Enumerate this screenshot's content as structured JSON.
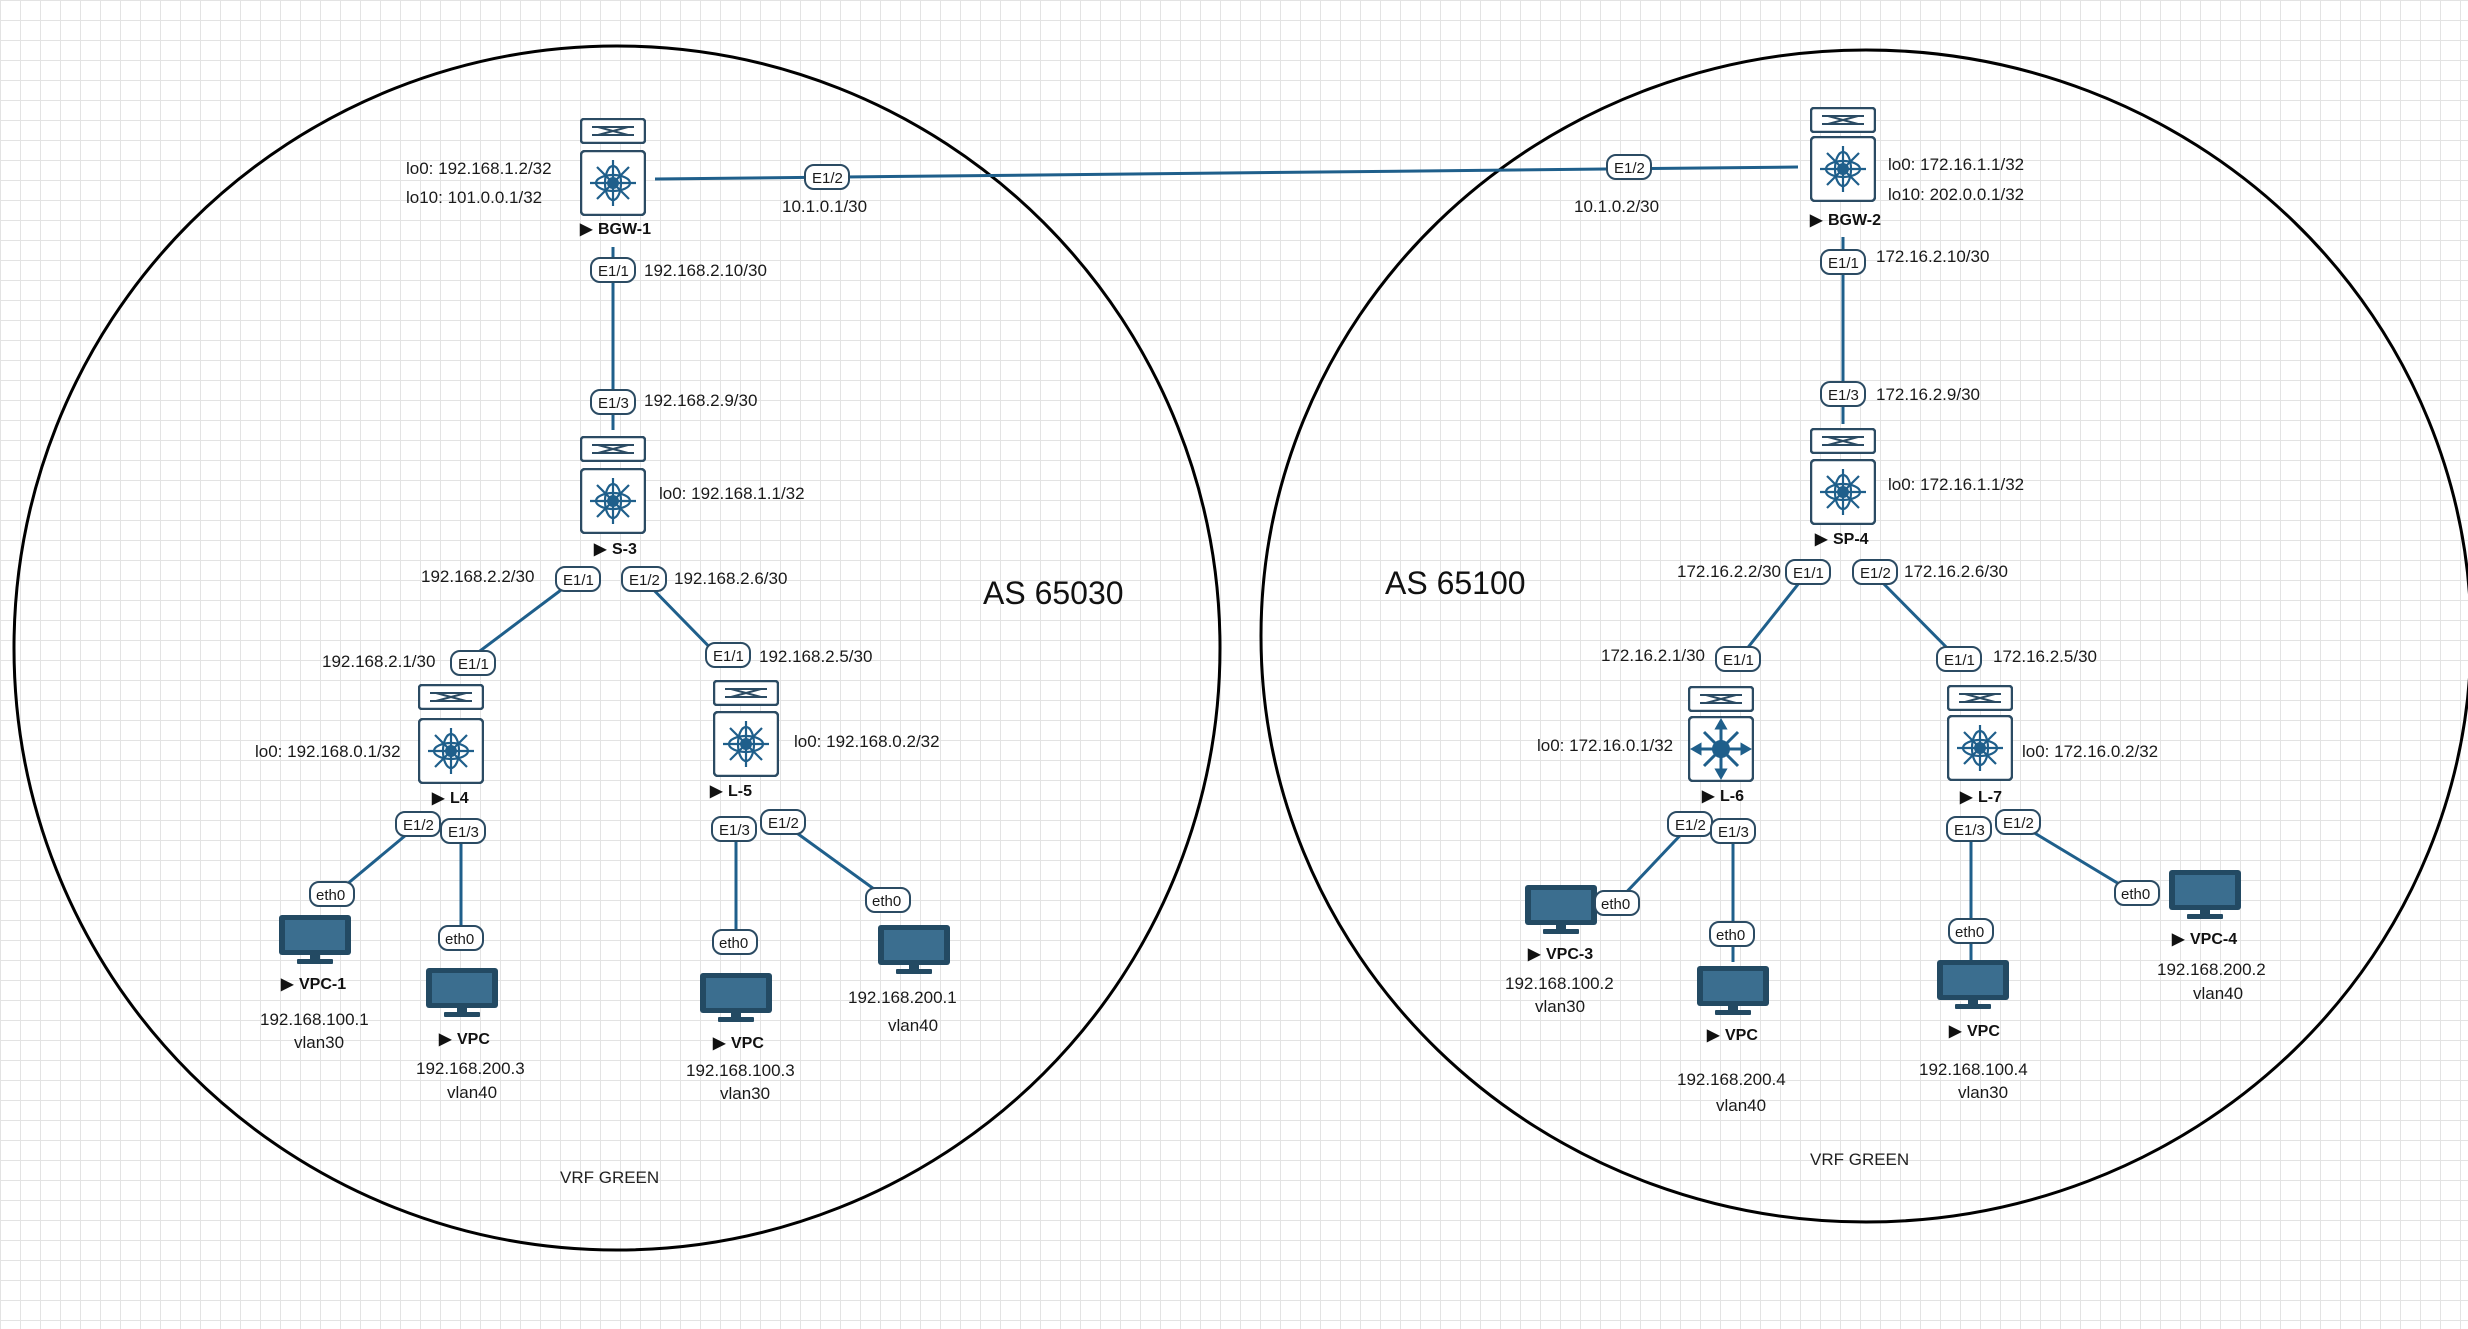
{
  "as_left": {
    "label": "AS 65030",
    "vrf": "VRF GREEN"
  },
  "as_right": {
    "label": "AS 65100",
    "vrf": "VRF GREEN"
  },
  "nodes": {
    "bgw1": {
      "name": "BGW-1",
      "lo0": "lo0: 192.168.1.2/32",
      "lo10": "lo10: 101.0.0.1/32"
    },
    "s3": {
      "name": "S-3",
      "lo0": "lo0: 192.168.1.1/32"
    },
    "l4": {
      "name": "L4",
      "lo0": "lo0: 192.168.0.1/32"
    },
    "l5": {
      "name": "L-5",
      "lo0": "lo0: 192.168.0.2/32"
    },
    "vpc1": {
      "name": "VPC-1",
      "ip": "192.168.100.1",
      "vlan": "vlan30"
    },
    "vpc_a": {
      "name": "VPC",
      "ip": "192.168.200.3",
      "vlan": "vlan40"
    },
    "vpc_b": {
      "name": "VPC",
      "ip": "192.168.100.3",
      "vlan": "vlan30"
    },
    "vpc_c": {
      "ip": "192.168.200.1",
      "vlan": "vlan40"
    },
    "bgw2": {
      "name": "BGW-2",
      "lo0": "lo0: 172.16.1.1/32",
      "lo10": "lo10: 202.0.0.1/32"
    },
    "sp4": {
      "name": "SP-4",
      "lo0": "lo0: 172.16.1.1/32"
    },
    "l6": {
      "name": "L-6",
      "lo0": "lo0: 172.16.0.1/32"
    },
    "l7": {
      "name": "L-7",
      "lo0": "lo0: 172.16.0.2/32"
    },
    "vpc3": {
      "name": "VPC-3",
      "ip": "192.168.100.2",
      "vlan": "vlan30"
    },
    "vpc_d": {
      "name": "VPC",
      "ip": "192.168.200.4",
      "vlan": "vlan40"
    },
    "vpc_e": {
      "name": "VPC",
      "ip": "192.168.100.4",
      "vlan": "vlan30"
    },
    "vpc4": {
      "name": "VPC-4",
      "ip": "192.168.200.2",
      "vlan": "vlan40"
    }
  },
  "interfaces": {
    "e11": "E1/1",
    "e12": "E1/2",
    "e13": "E1/3",
    "eth0": "eth0"
  },
  "addresses": {
    "bgw1_e12": "10.1.0.1/30",
    "bgw2_e12": "10.1.0.2/30",
    "bgw1_e11": "192.168.2.10/30",
    "s3_e13": "192.168.2.9/30",
    "s3_e11": "192.168.2.2/30",
    "s3_e12": "192.168.2.6/30",
    "l4_e11": "192.168.2.1/30",
    "l5_e11": "192.168.2.5/30",
    "bgw2_e11": "172.16.2.10/30",
    "sp4_e13": "172.16.2.9/30",
    "sp4_e11": "172.16.2.2/30",
    "sp4_e12": "172.16.2.6/30",
    "l6_e11": "172.16.2.1/30",
    "l7_e11": "172.16.2.5/30"
  },
  "colors": {
    "link": "#1f5f8b",
    "device_border": "#2b4b63",
    "device_icon": "#1f5f8b",
    "host": "#234a63"
  }
}
